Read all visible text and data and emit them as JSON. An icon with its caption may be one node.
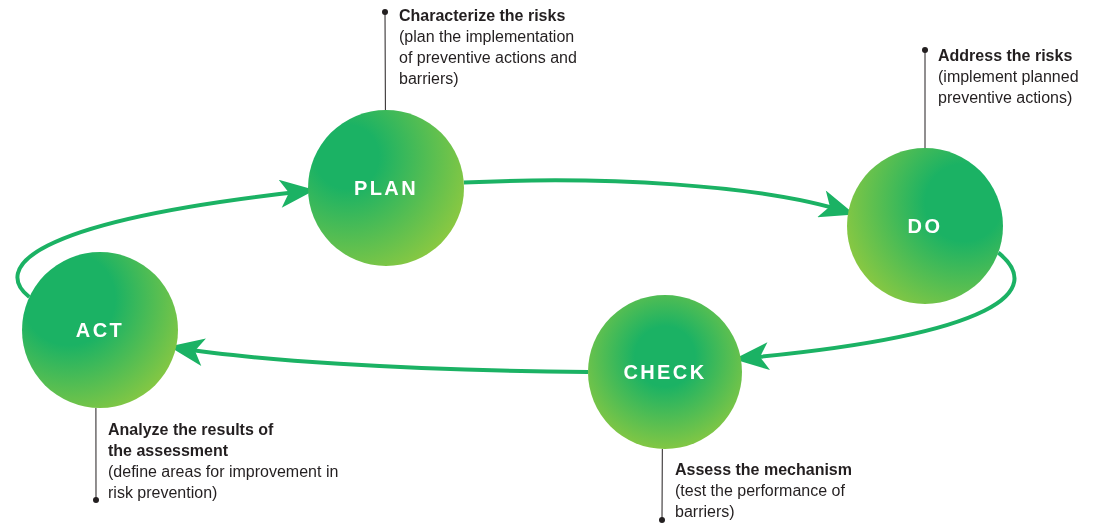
{
  "diagram": {
    "nodes": [
      {
        "text": [
          "PLAN"
        ]
      },
      {
        "text": [
          "DO"
        ]
      },
      {
        "text": [
          "CHECK"
        ]
      },
      {
        "text": [
          "ACT"
        ]
      },
      {
        "text": [
          "Characterize the risks",
          "(plan the implementation of preventive actions and barriers)"
        ]
      },
      {
        "text": [
          "Address the risks",
          "(implement planned preventive actions)"
        ]
      },
      {
        "text": [
          "Assess the mechanism",
          "(test the performance of barriers)"
        ]
      },
      {
        "text": [
          "Analyze the results of the assessment",
          "(define areas for improvement in risk prevention)"
        ]
      }
    ],
    "edges": [
      {
        "from": 0,
        "to": 1,
        "arrow": "to",
        "style": "thick",
        "color": "#1bb264"
      },
      {
        "from": 1,
        "to": 2,
        "arrow": "to",
        "style": "thick",
        "color": "#1bb264"
      },
      {
        "from": 2,
        "to": 3,
        "arrow": "to",
        "style": "thick",
        "color": "#1bb264"
      },
      {
        "from": 3,
        "to": 0,
        "arrow": "to",
        "style": "thick",
        "color": "#1bb264"
      },
      {
        "from": 4,
        "to": 0,
        "arrow": "other",
        "color": "#231f20"
      },
      {
        "from": 5,
        "to": 1,
        "arrow": "other",
        "color": "#231f20"
      },
      {
        "from": 6,
        "to": 2,
        "arrow": "other",
        "color": "#231f20"
      },
      {
        "from": 7,
        "to": 3,
        "arrow": "other",
        "color": "#231f20"
      }
    ]
  }
}
